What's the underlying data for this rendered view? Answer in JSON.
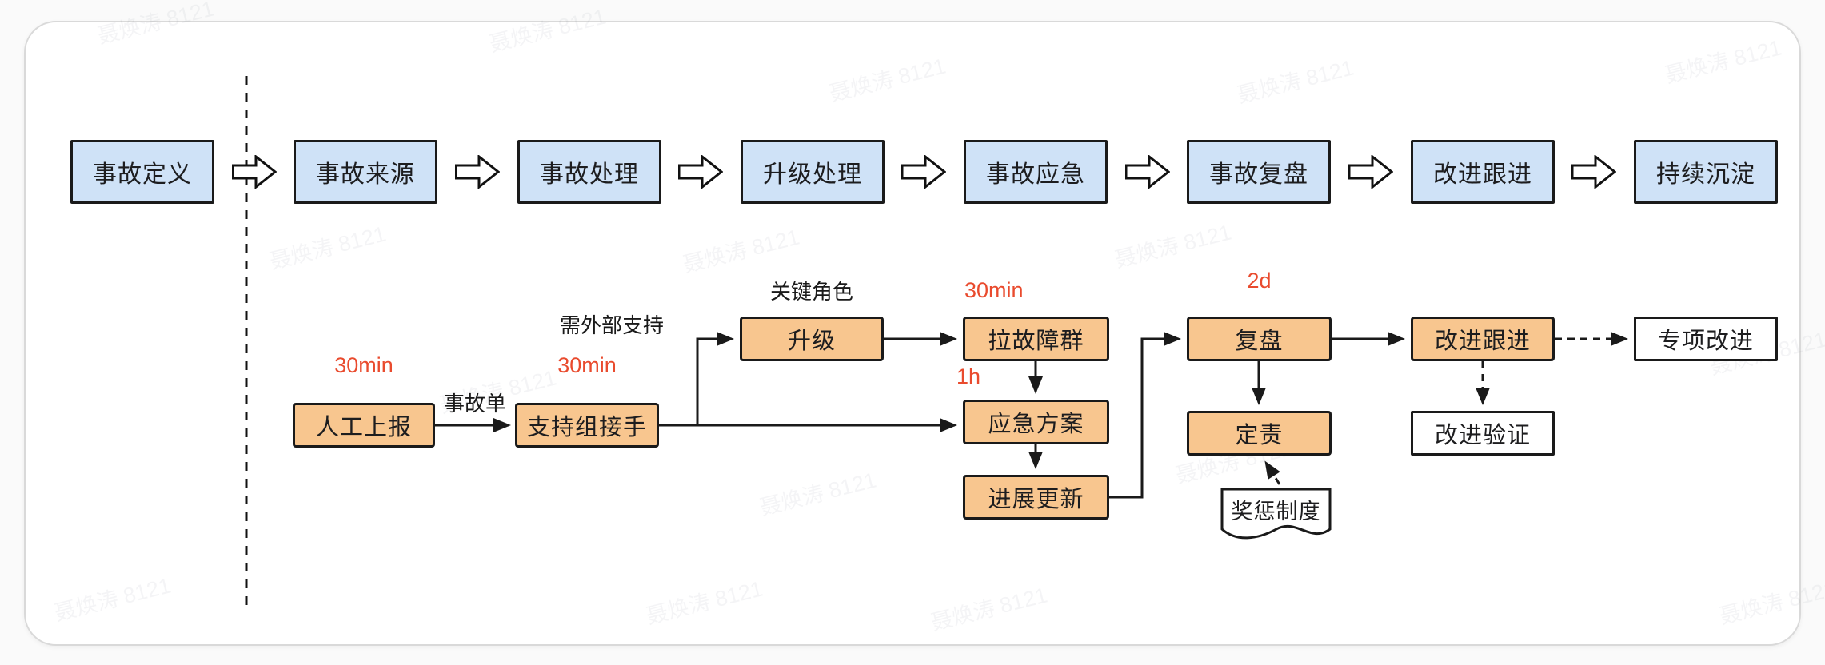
{
  "watermark": {
    "text": "聂焕涛 8121"
  },
  "palette": {
    "blue_fill": "#cfe2f7",
    "orange_fill": "#f8c68f",
    "white_fill": "#ffffff",
    "shape_border": "#1a1a1a",
    "red_label": "#e94b2e"
  },
  "top_flow": {
    "steps": [
      {
        "id": "incident-definition",
        "label": "事故定义"
      },
      {
        "id": "incident-source",
        "label": "事故来源"
      },
      {
        "id": "incident-handling",
        "label": "事故处理"
      },
      {
        "id": "escalation-handling",
        "label": "升级处理"
      },
      {
        "id": "incident-emergency",
        "label": "事故应急"
      },
      {
        "id": "incident-review",
        "label": "事故复盘"
      },
      {
        "id": "improvement-follow-up",
        "label": "改进跟进"
      },
      {
        "id": "continuous-accumulation",
        "label": "持续沉淀"
      }
    ]
  },
  "detail_flow": {
    "boxes": [
      {
        "id": "manual-report",
        "label": "人工上报",
        "style": "orange"
      },
      {
        "id": "support-team-takeover",
        "label": "支持组接手",
        "style": "orange"
      },
      {
        "id": "escalate",
        "label": "升级",
        "style": "orange"
      },
      {
        "id": "create-incident-group",
        "label": "拉故障群",
        "style": "orange"
      },
      {
        "id": "emergency-plan",
        "label": "应急方案",
        "style": "orange"
      },
      {
        "id": "progress-update",
        "label": "进展更新",
        "style": "orange"
      },
      {
        "id": "review",
        "label": "复盘",
        "style": "orange"
      },
      {
        "id": "assign-responsibility",
        "label": "定责",
        "style": "orange"
      },
      {
        "id": "improvement-follow-up-2",
        "label": "改进跟进",
        "style": "orange"
      },
      {
        "id": "improvement-verification",
        "label": "改进验证",
        "style": "white"
      },
      {
        "id": "special-improvement",
        "label": "专项改进",
        "style": "white"
      }
    ],
    "document": {
      "id": "reward-punishment-system",
      "label": "奖惩制度"
    },
    "annotations": [
      {
        "id": "sla-manual-report",
        "text": "30min",
        "color": "red"
      },
      {
        "id": "sla-support-takeover",
        "text": "30min",
        "color": "red"
      },
      {
        "id": "sla-create-group",
        "text": "30min",
        "color": "red"
      },
      {
        "id": "sla-emergency-plan",
        "text": "1h",
        "color": "red"
      },
      {
        "id": "sla-review",
        "text": "2d",
        "color": "red"
      },
      {
        "id": "edge-incident-ticket",
        "text": "事故单",
        "color": "black"
      },
      {
        "id": "edge-need-external-support",
        "text": "需外部支持",
        "color": "black"
      },
      {
        "id": "label-key-roles",
        "text": "关键角色",
        "color": "black"
      }
    ]
  }
}
